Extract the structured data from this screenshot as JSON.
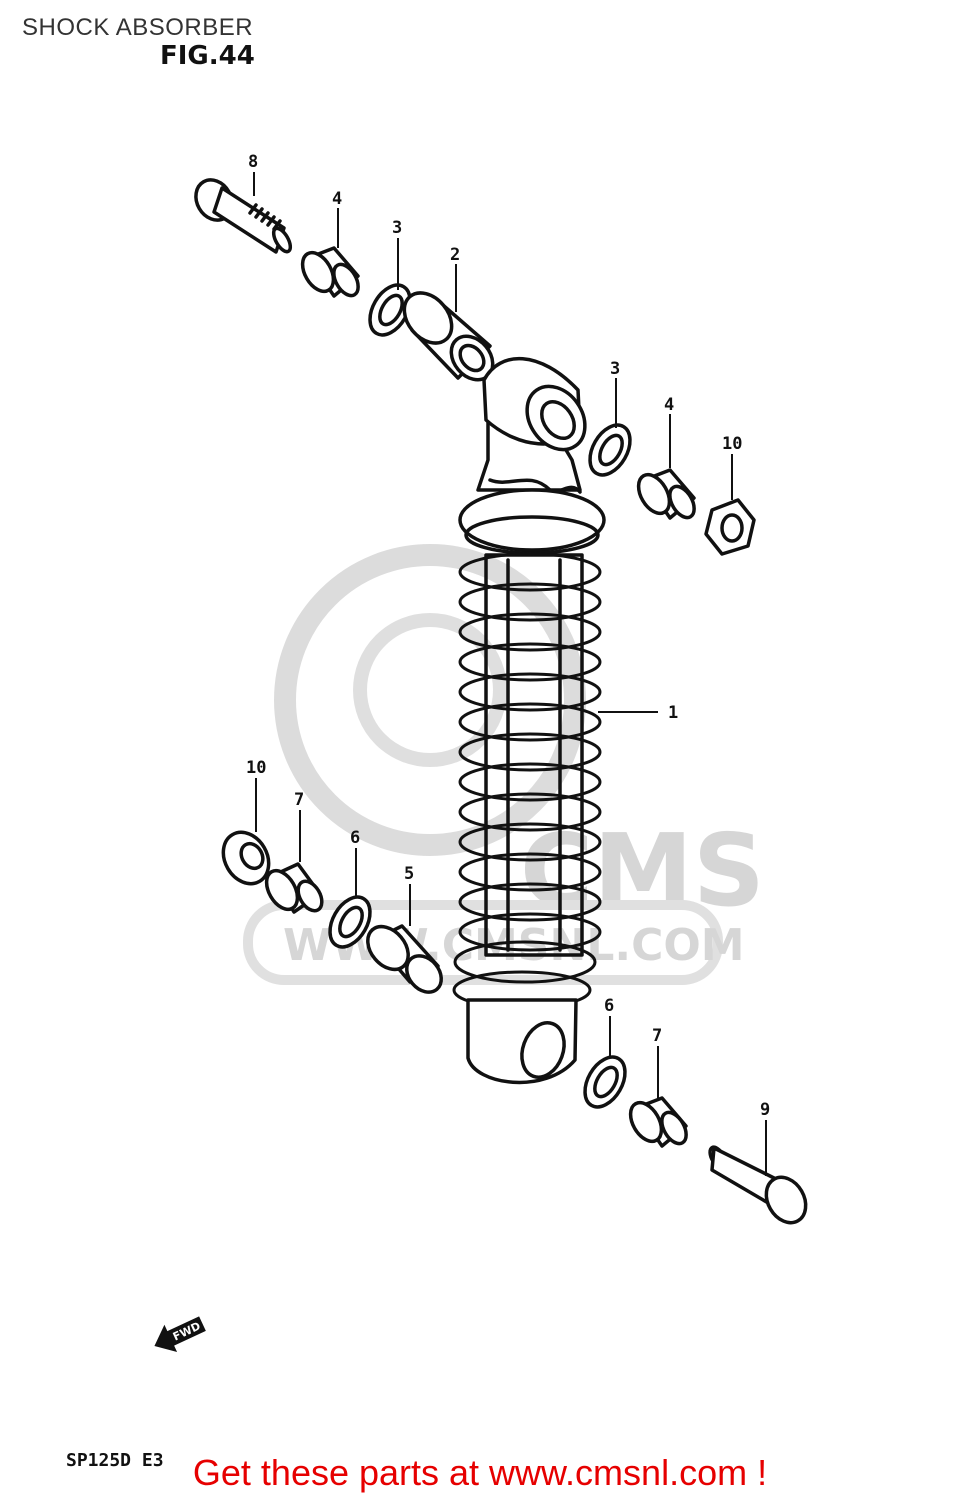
{
  "page_title": "SHOCK ABSORBER",
  "figure_label": "FIG.44",
  "model_code": "SP125D E3",
  "fwd_label": "FWD",
  "watermark": {
    "text": "WWW.CMSNL.COM",
    "brand": "CMS"
  },
  "callouts": [
    "1",
    "2",
    "3",
    "3",
    "4",
    "4",
    "5",
    "6",
    "6",
    "7",
    "7",
    "8",
    "9",
    "10",
    "10"
  ],
  "promo_text": "Get these parts at www.cmsnl.com !",
  "colors": {
    "promo": "#e60000",
    "line_art": "#111111",
    "watermark": "#d2d2d2"
  }
}
